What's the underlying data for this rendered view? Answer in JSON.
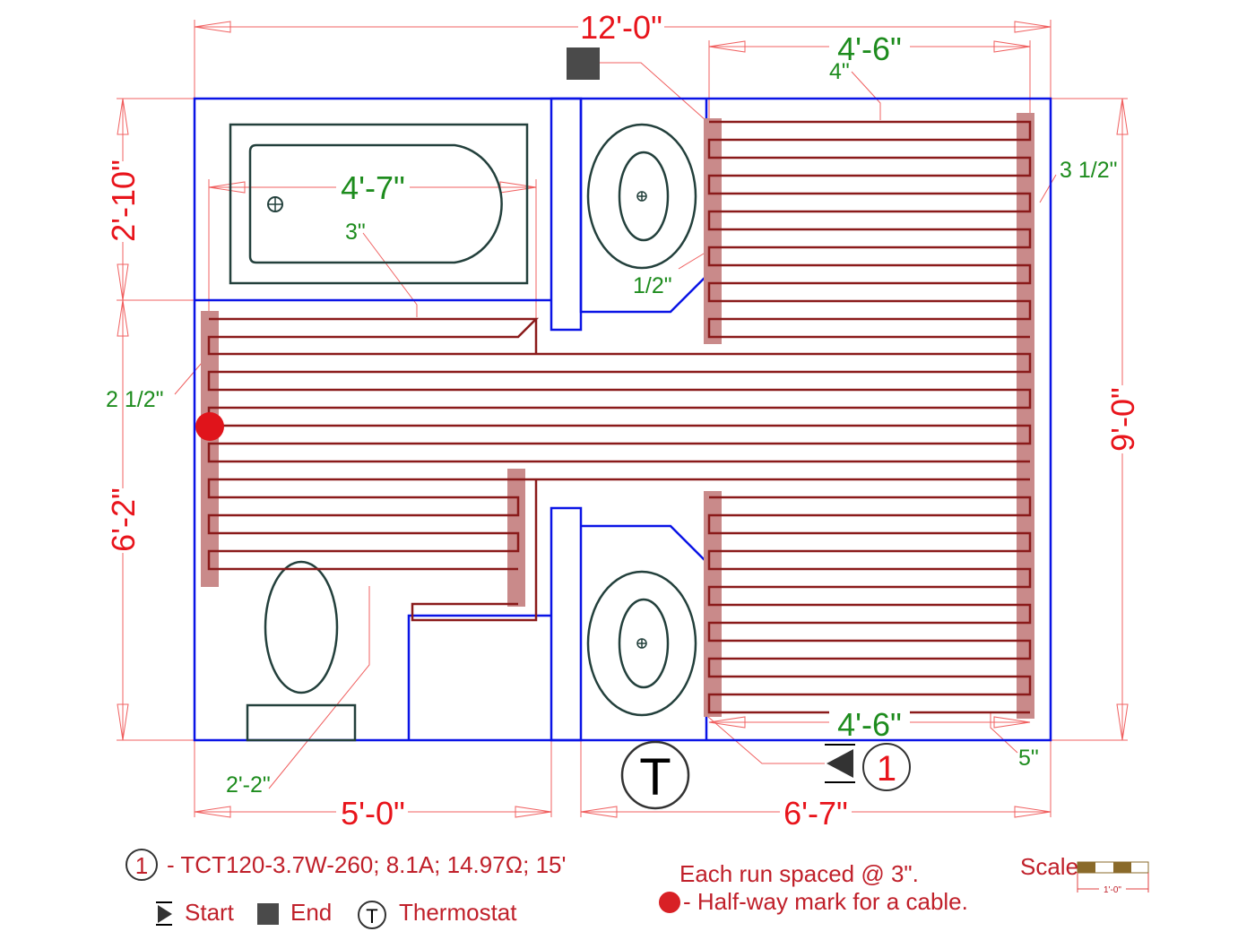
{
  "dimensions": {
    "overall_width": "12'-0\"",
    "overall_height": "9'-0\"",
    "left_top": "2'-10\"",
    "left_bottom": "6'-2\"",
    "bottom_left": "5'-0\"",
    "bottom_right": "6'-7\"",
    "top_right_run": "4'-6\"",
    "bottom_right_run": "4'-6\"",
    "tub_length": "4'-7\"",
    "offset_4in": "4\"",
    "offset_3half": "3 1/2\"",
    "offset_3in": "3\"",
    "offset_half": "1/2\"",
    "offset_2half": "2 1/2\"",
    "offset_2_2": "2'-2\"",
    "offset_5in": "5\""
  },
  "symbols": {
    "thermostat": "T",
    "cable_number": "1"
  },
  "legend": {
    "cable_number": "1",
    "cable_spec": "- TCT120-3.7W-260; 8.1A; 14.97Ω; 15'",
    "start_label": "Start",
    "end_label": "End",
    "thermostat_symbol": "T",
    "thermostat_label": "Thermostat",
    "spacing_note": "Each run spaced @ 3\".",
    "halfway_note": "- Half-way mark for a cable.",
    "scale_label": "Scale",
    "scale_value": "1'-0\""
  },
  "colors": {
    "wall": "#0a14e6",
    "dimension": "#e8141b",
    "note": "#1e8c1e",
    "cable": "#8a1a1a"
  }
}
